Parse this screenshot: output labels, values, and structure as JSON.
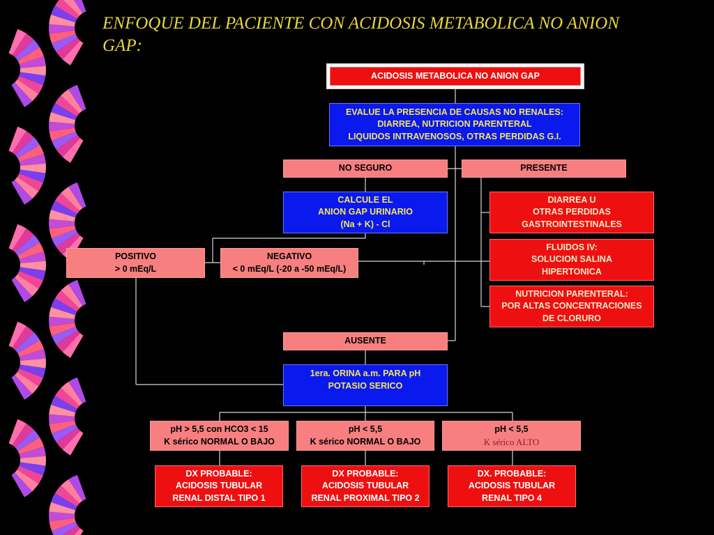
{
  "title": "ENFOQUE DEL PACIENTE CON ACIDOSIS METABOLICA NO ANION GAP:",
  "boxes": {
    "root": "ACIDOSIS METABOLICA NO ANION GAP",
    "evalue": [
      "EVALUE LA PRESENCIA DE CAUSAS NO RENALES:",
      "DIARREA, NUTRICION PARENTERAL",
      "LIQUIDOS INTRAVENOSOS, OTRAS PERDIDAS G.I."
    ],
    "no_seguro": "NO SEGURO",
    "presente": "PRESENTE",
    "calcule": [
      "CALCULE EL",
      "ANION GAP URINARIO",
      "(Na + K) - Cl"
    ],
    "diarrea": [
      "DIARREA U",
      "OTRAS PERDIDAS",
      "GASTROINTESTINALES"
    ],
    "fluidos": [
      "FLUIDOS IV:",
      "SOLUCION SALINA",
      "HIPERTONICA"
    ],
    "nutricion": [
      "NUTRICION PARENTERAL:",
      "POR ALTAS CONCENTRACIONES",
      "DE CLORURO"
    ],
    "positivo": [
      "POSITIVO",
      "> 0 mEq/L"
    ],
    "negativo": [
      "NEGATIVO",
      "< 0  mEq/L (-20 a -50 mEq/L)"
    ],
    "ausente": "AUSENTE",
    "orina": [
      "1era. ORINA a.m. PARA pH",
      "POTASIO SERICO"
    ],
    "ph1": [
      "pH > 5,5 con HCO3 < 15",
      "K sérico NORMAL O BAJO"
    ],
    "ph2": [
      "pH < 5,5",
      "K sérico NORMAL O BAJO"
    ],
    "ph3": [
      "pH < 5,5",
      "K sérico ALTO"
    ],
    "dx1": [
      "DX PROBABLE:",
      "ACIDOSIS TUBULAR",
      "RENAL DISTAL TIPO 1"
    ],
    "dx2": [
      "DX PROBABLE:",
      "ACIDOSIS TUBULAR",
      "RENAL PROXIMAL TIPO 2"
    ],
    "dx3": [
      "DX. PROBABLE:",
      "ACIDOSIS TUBULAR",
      "RENAL TIPO 4"
    ]
  },
  "colors": {
    "pink": "#f77f7f",
    "blue": "#0a19ee",
    "red": "#ee1010",
    "title": "#e8d83a",
    "background": "#000000"
  }
}
